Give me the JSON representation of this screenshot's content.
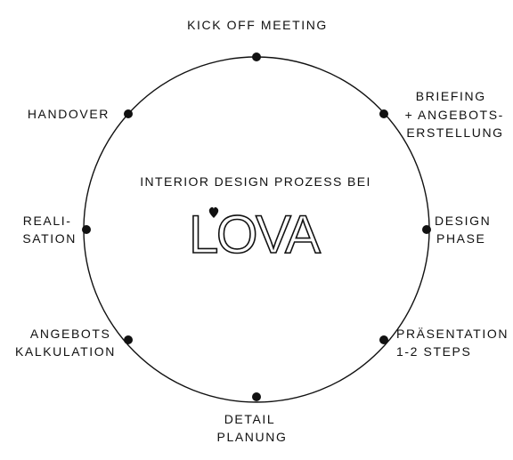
{
  "center": {
    "title": "INTERIOR DESIGN PROZESS BEI",
    "brand": "LOVA"
  },
  "stages": [
    {
      "lines": [
        "KICK OFF MEETING"
      ]
    },
    {
      "lines": [
        "BRIEFING",
        "+ ANGEBOTS-",
        "ERSTELLUNG"
      ]
    },
    {
      "lines": [
        "DESIGN",
        "PHASE"
      ]
    },
    {
      "lines": [
        "PRÄSENTATION",
        "1-2 STEPS"
      ]
    },
    {
      "lines": [
        "DETAIL",
        "PLANUNG"
      ]
    },
    {
      "lines": [
        "ANGEBOTS",
        "KALKULATION"
      ]
    },
    {
      "lines": [
        "REALI-",
        "SATION"
      ]
    },
    {
      "lines": [
        "HANDOVER"
      ]
    }
  ],
  "colors": {
    "line": "#111111",
    "background": "#ffffff"
  }
}
